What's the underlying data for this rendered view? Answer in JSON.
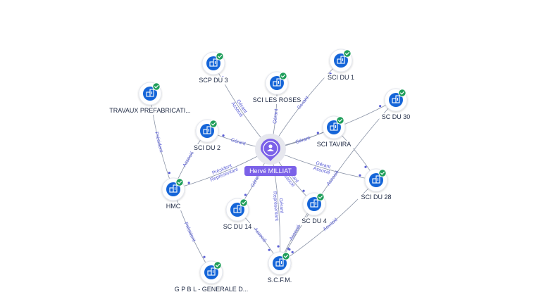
{
  "colors": {
    "edge": "#8a93a6",
    "edge_label": "#5b5fd6",
    "company": "#1565d8",
    "check": "#1e9e5a",
    "person": "#7b61e8",
    "label_text": "#1f2a44"
  },
  "center": {
    "id": "herve",
    "label": "Hervé MILLIAT",
    "icon": "person-icon"
  },
  "nodes": [
    {
      "id": "scp3",
      "label": "SCP DU 3",
      "icon": "building-icon",
      "verified": true
    },
    {
      "id": "roses",
      "label": "SCI LES ROSES",
      "icon": "building-icon",
      "verified": true
    },
    {
      "id": "sci1",
      "label": "SCI DU 1",
      "icon": "building-icon",
      "verified": true
    },
    {
      "id": "sc30",
      "label": "SC DU 30",
      "icon": "building-icon",
      "verified": true
    },
    {
      "id": "travaux",
      "label": "TRAVAUX PREFABRICATI...",
      "icon": "building-icon",
      "verified": true
    },
    {
      "id": "sci2",
      "label": "SCI DU 2",
      "icon": "building-icon",
      "verified": true
    },
    {
      "id": "tavira",
      "label": "SCI TAVIRA",
      "icon": "building-icon",
      "verified": true
    },
    {
      "id": "hmc",
      "label": "HMC",
      "icon": "building-icon",
      "verified": true
    },
    {
      "id": "sci28",
      "label": "SCI DU 28",
      "icon": "building-icon",
      "verified": true
    },
    {
      "id": "sc14",
      "label": "SC DU 14",
      "icon": "building-icon",
      "verified": true
    },
    {
      "id": "sc4",
      "label": "SC DU 4",
      "icon": "building-icon",
      "verified": true
    },
    {
      "id": "scfm",
      "label": "S.C.F.M.",
      "icon": "building-icon",
      "verified": true
    },
    {
      "id": "gpbl",
      "label": "G P B L - GENERALE D...",
      "icon": "building-icon",
      "verified": true
    }
  ],
  "edges": [
    {
      "from": "herve",
      "to": "scp3",
      "labels": [
        "Gérant",
        "Associé"
      ]
    },
    {
      "from": "herve",
      "to": "roses",
      "labels": [
        "Gérant"
      ]
    },
    {
      "from": "herve",
      "to": "sci1",
      "labels": [
        "Gérant"
      ]
    },
    {
      "from": "herve",
      "to": "sc30",
      "labels": []
    },
    {
      "from": "herve",
      "to": "sci2",
      "labels": [
        "Gérant"
      ]
    },
    {
      "from": "herve",
      "to": "tavira",
      "labels": [
        "Gérant"
      ]
    },
    {
      "from": "herve",
      "to": "hmc",
      "labels": [
        "Président",
        "Représentant"
      ]
    },
    {
      "from": "herve",
      "to": "sci28",
      "labels": [
        "Gérant",
        "Associé"
      ]
    },
    {
      "from": "herve",
      "to": "sc14",
      "labels": [
        "Gérant"
      ]
    },
    {
      "from": "herve",
      "to": "sc4",
      "labels": [
        "Gérant",
        "Associé"
      ]
    },
    {
      "from": "herve",
      "to": "scfm",
      "labels": [
        "Gérant",
        "Représentant"
      ]
    },
    {
      "from": "travaux",
      "to": "hmc",
      "labels": [
        "Président"
      ]
    },
    {
      "from": "hmc",
      "to": "sci2",
      "labels": [
        "Associé"
      ]
    },
    {
      "from": "hmc",
      "to": "gpbl",
      "labels": [
        "Président"
      ]
    },
    {
      "from": "sc14",
      "to": "scfm",
      "labels": [
        "Associé"
      ]
    },
    {
      "from": "sc4",
      "to": "scfm",
      "labels": [
        "Associé"
      ]
    },
    {
      "from": "sci28",
      "to": "scfm",
      "labels": [
        "Associé"
      ]
    },
    {
      "from": "sc30",
      "to": "scfm",
      "labels": [
        "Associé"
      ]
    },
    {
      "from": "tavira",
      "to": "sci28",
      "labels": []
    }
  ]
}
